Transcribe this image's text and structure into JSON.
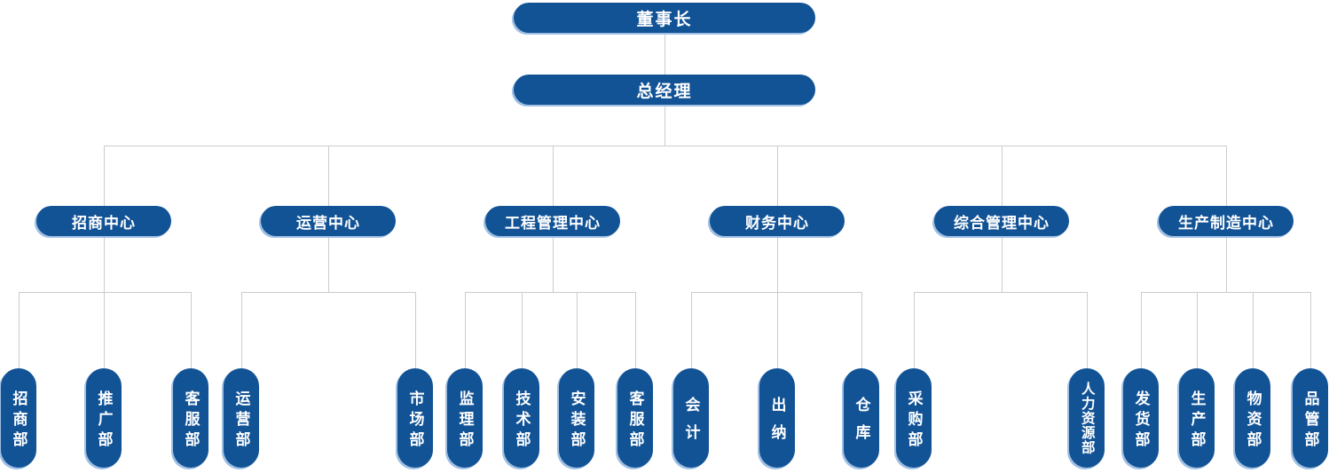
{
  "org_chart": {
    "root": {
      "label": "董事长"
    },
    "general_manager": {
      "label": "总经理"
    },
    "centers": [
      {
        "label": "招商中心",
        "departments": [
          "招商部",
          "推广部",
          "客服部"
        ]
      },
      {
        "label": "运营中心",
        "departments": [
          "运营部",
          "市场部"
        ]
      },
      {
        "label": "工程管理中心",
        "departments": [
          "监理部",
          "技术部",
          "安装部",
          "客服部"
        ]
      },
      {
        "label": "财务中心",
        "departments": [
          "会计",
          "出纳",
          "仓库"
        ]
      },
      {
        "label": "综合管理中心",
        "departments": [
          "采购部",
          "人力资源部"
        ]
      },
      {
        "label": "生产制造中心",
        "departments": [
          "发货部",
          "生产部",
          "物资部",
          "品管部"
        ]
      }
    ],
    "colors": {
      "node_fill": "#125396",
      "node_text": "#ffffff",
      "node_shadow": "#9fbfe3",
      "connector": "#cccccc",
      "background": "#ffffff"
    }
  }
}
